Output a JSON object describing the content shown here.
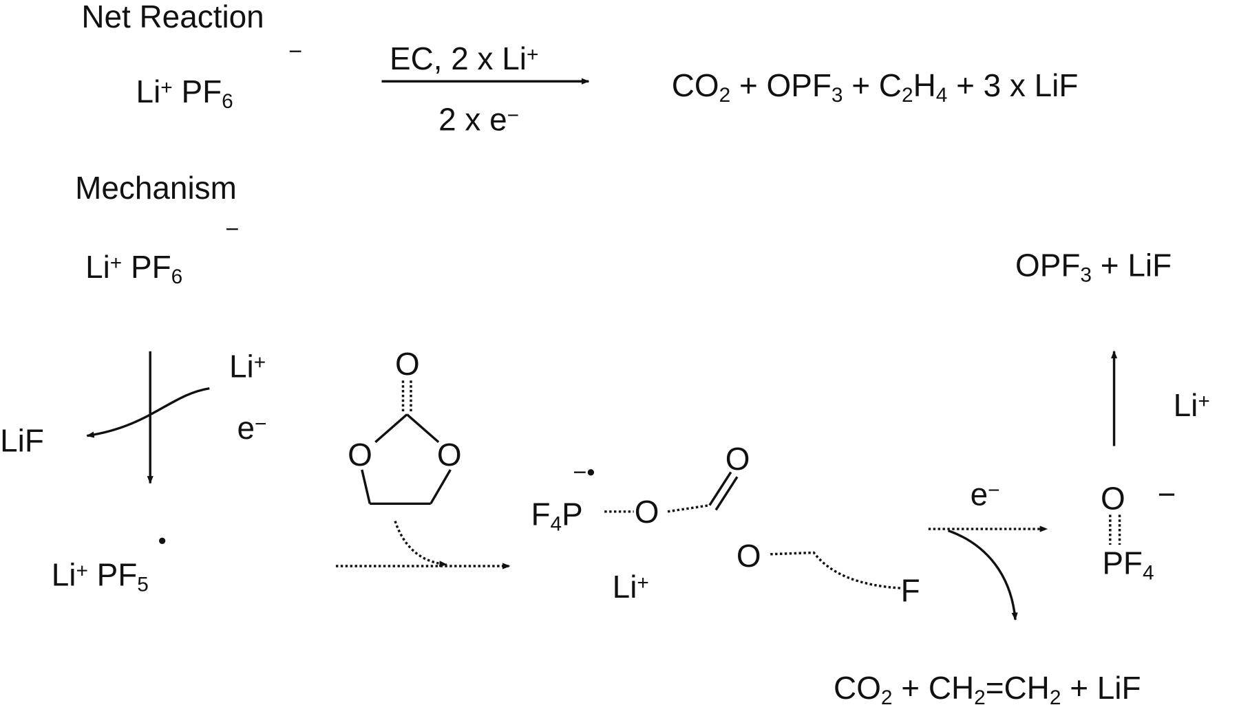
{
  "net_reaction": {
    "title": "Net Reaction",
    "reactant": [
      [
        "Li",
        ""
      ],
      [
        "+",
        "sup"
      ],
      [
        "  PF",
        ""
      ],
      [
        "6",
        "sub"
      ]
    ],
    "reactant_charge": "−",
    "arrow_above": [
      [
        "EC, 2 x Li",
        ""
      ],
      [
        "+",
        "sup"
      ]
    ],
    "arrow_below": [
      [
        "2 x e",
        ""
      ],
      [
        "−",
        "sup"
      ]
    ],
    "products": [
      [
        "CO",
        ""
      ],
      [
        "2",
        "sub"
      ],
      [
        " + OPF",
        ""
      ],
      [
        "3",
        "sub"
      ],
      [
        " + C",
        ""
      ],
      [
        "2",
        "sub"
      ],
      [
        "H",
        ""
      ],
      [
        "4",
        "sub"
      ],
      [
        " + 3 x LiF",
        ""
      ]
    ]
  },
  "mechanism": {
    "title": "Mechanism",
    "start": [
      [
        "Li",
        ""
      ],
      [
        "+",
        "sup"
      ],
      [
        " PF",
        ""
      ],
      [
        "6",
        "sub"
      ]
    ],
    "start_charge": "−",
    "li_plus": [
      [
        "Li",
        ""
      ],
      [
        "+",
        "sup"
      ]
    ],
    "electron": [
      [
        "e",
        ""
      ],
      [
        "−",
        "sup"
      ]
    ],
    "lif": "LiF",
    "li_pf5": [
      [
        "Li",
        ""
      ],
      [
        "+",
        "sup"
      ],
      [
        "  PF",
        ""
      ],
      [
        "5",
        "sub"
      ]
    ],
    "pf5_radical": "•",
    "ec_o": "O",
    "adduct_f4p": [
      [
        "F",
        ""
      ],
      [
        "4",
        "sub"
      ],
      [
        "P",
        ""
      ]
    ],
    "adduct_charge": "−•",
    "adduct_li": [
      [
        "Li",
        ""
      ],
      [
        "+",
        "sup"
      ]
    ],
    "electron2": [
      [
        "e",
        ""
      ],
      [
        "−",
        "sup"
      ]
    ],
    "opf4": [
      [
        "PF",
        ""
      ],
      [
        "4",
        "sub"
      ]
    ],
    "opf4_charge": "−",
    "f": "F",
    "li_plus2": [
      [
        "Li",
        ""
      ],
      [
        "+",
        "sup"
      ]
    ],
    "product_top": [
      [
        "OPF",
        ""
      ],
      [
        "3",
        "sub"
      ],
      [
        " + LiF",
        ""
      ]
    ],
    "product_bottom": [
      [
        "CO",
        ""
      ],
      [
        "2",
        "sub"
      ],
      [
        " + CH",
        ""
      ],
      [
        "2",
        "sub"
      ],
      [
        "=CH",
        ""
      ],
      [
        "2",
        "sub"
      ],
      [
        " + LiF",
        ""
      ]
    ]
  }
}
